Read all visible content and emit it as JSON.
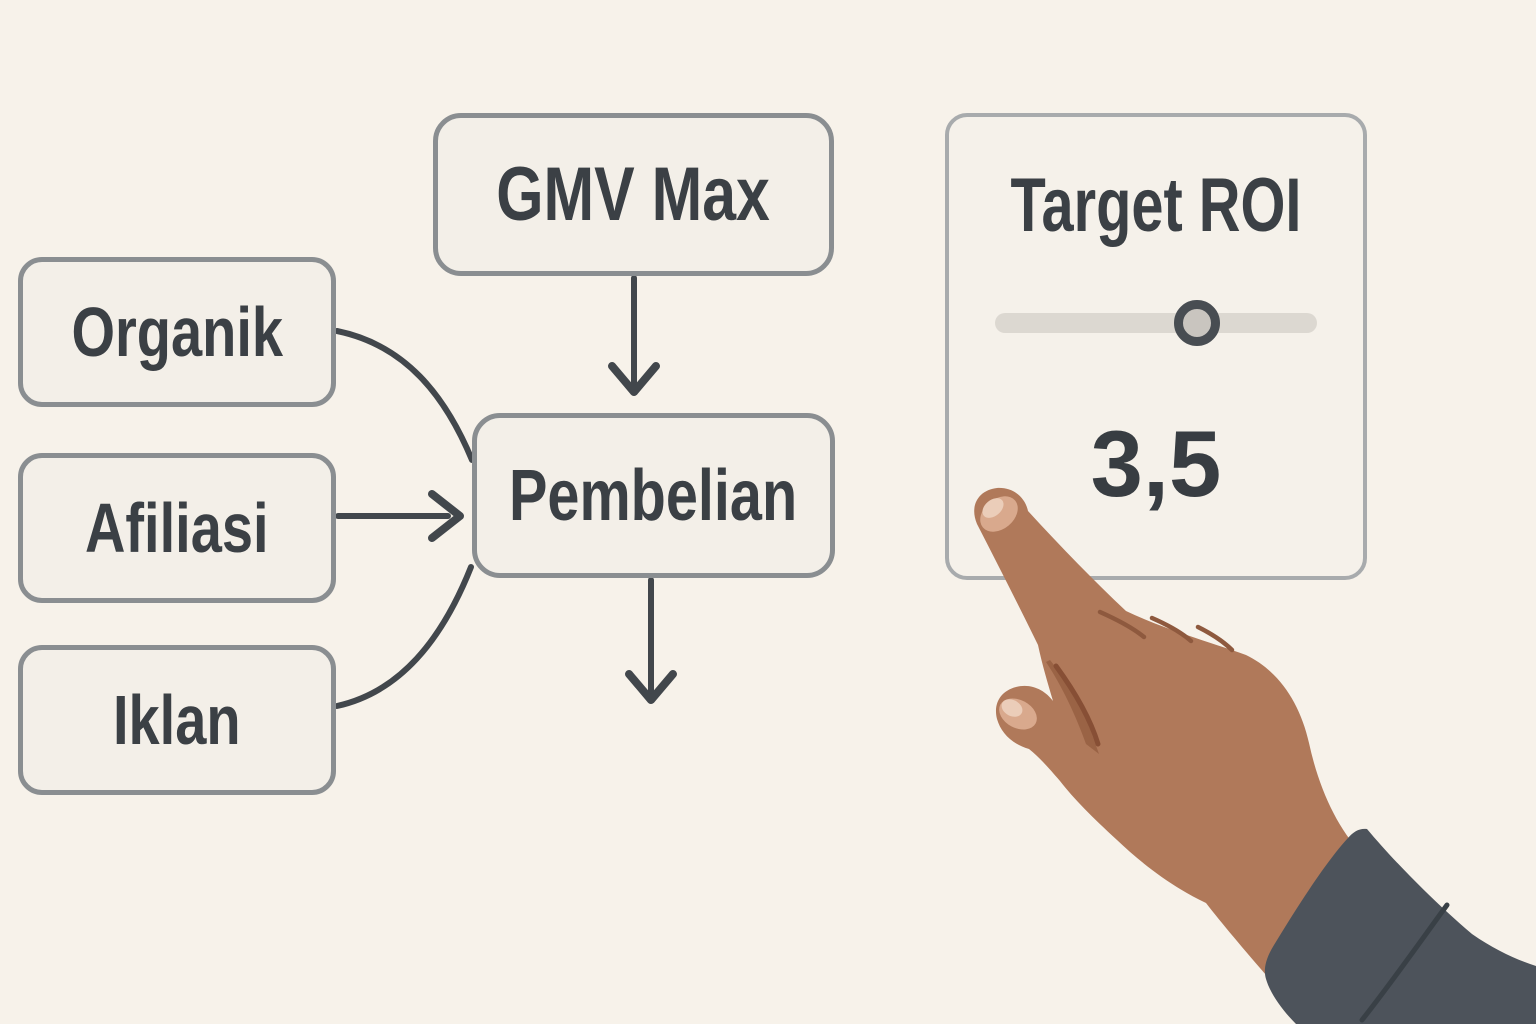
{
  "illustration_style": "flat-vector",
  "diagram": {
    "nodes": {
      "gmv_max": {
        "label": "GMV Max"
      },
      "organik": {
        "label": "Organik"
      },
      "afiliasi": {
        "label": "Afiliasi"
      },
      "iklan": {
        "label": "Iklan"
      },
      "pembelian": {
        "label": "Pembelian"
      }
    },
    "edges": [
      {
        "from": "gmv_max",
        "to": "pembelian",
        "style": "straight-arrow-down"
      },
      {
        "from": "organik",
        "to": "pembelian",
        "style": "curve"
      },
      {
        "from": "afiliasi",
        "to": "pembelian",
        "style": "straight-arrow-right"
      },
      {
        "from": "iklan",
        "to": "pembelian",
        "style": "curve"
      },
      {
        "from": "pembelian",
        "to": "below",
        "style": "straight-arrow-down"
      }
    ]
  },
  "panel": {
    "title": "Target ROI",
    "slider": {
      "value": "3,5",
      "position_pct": 62.6
    },
    "value_display": "3,5"
  },
  "hand": {
    "description": "hand with extended index finger pointing at Target ROI panel",
    "sleeve": "dark gray"
  },
  "colors": {
    "background": "#f7f2ea",
    "box_fill": "#f3efe8",
    "box_border": "#8a8e91",
    "panel_fill": "#f5f1ea",
    "panel_border": "#a8abad",
    "connector": "#42474c",
    "text": "#3b4045",
    "slider_track": "#dcd8d1",
    "slider_knob_ring": "#484d52",
    "slider_knob_fill": "#c9c5bf",
    "skin": "#b0795a",
    "skin_shadow": "#9a6345",
    "nail": "#d9a98d",
    "sleeve": "#4d535b"
  }
}
